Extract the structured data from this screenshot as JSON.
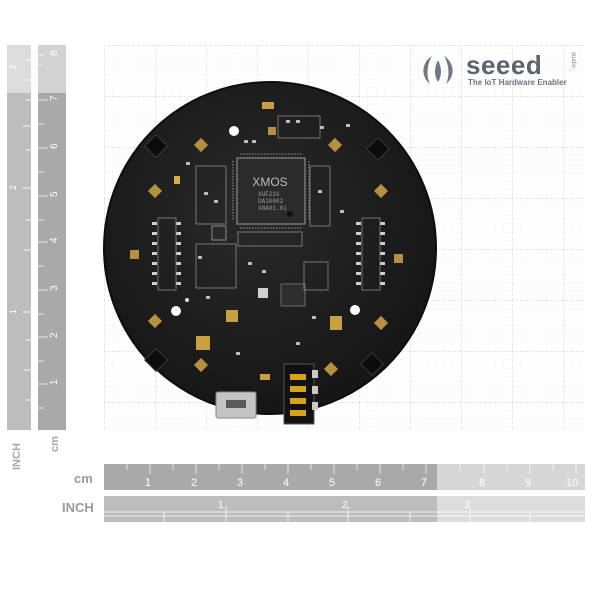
{
  "image": {
    "subject": "ReSpeaker round microphone array PCB on measurement grid",
    "chip_text": [
      "XMOS",
      "XUF216",
      "DA10002",
      "XNA01.01"
    ]
  },
  "brand": {
    "name": "seeed",
    "tagline": "The IoT Hardware Enabler",
    "small": "studio"
  },
  "ruler_bottom_cm": {
    "unit": "cm",
    "ticks": [
      "1",
      "2",
      "3",
      "4",
      "5",
      "6",
      "7",
      "8",
      "9",
      "10"
    ]
  },
  "ruler_bottom_inch": {
    "unit": "INCH",
    "ticks": [
      "1",
      "2",
      "3"
    ]
  },
  "ruler_left_cm": {
    "unit": "cm",
    "ticks": [
      "1",
      "2",
      "3",
      "4",
      "5",
      "6",
      "7",
      "8"
    ]
  },
  "ruler_left_inch": {
    "unit": "INCH",
    "ticks": [
      "1",
      "2",
      "3"
    ]
  },
  "colors": {
    "pcb": "#1c1c1c",
    "ruler": "#b8b8b8",
    "ruler_dark": "#9d9d9d",
    "gold": "#d6a21e"
  }
}
